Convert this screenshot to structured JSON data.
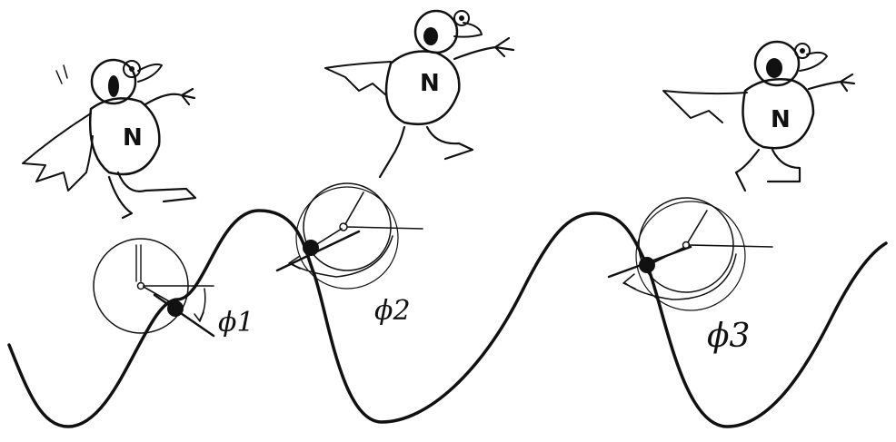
{
  "diagram": {
    "phase_labels": [
      "ϕ1",
      "ϕ2",
      "ϕ3"
    ],
    "character_jersey_letter": "N",
    "ink_color": "#111111",
    "paper_color": "#ffffff"
  }
}
